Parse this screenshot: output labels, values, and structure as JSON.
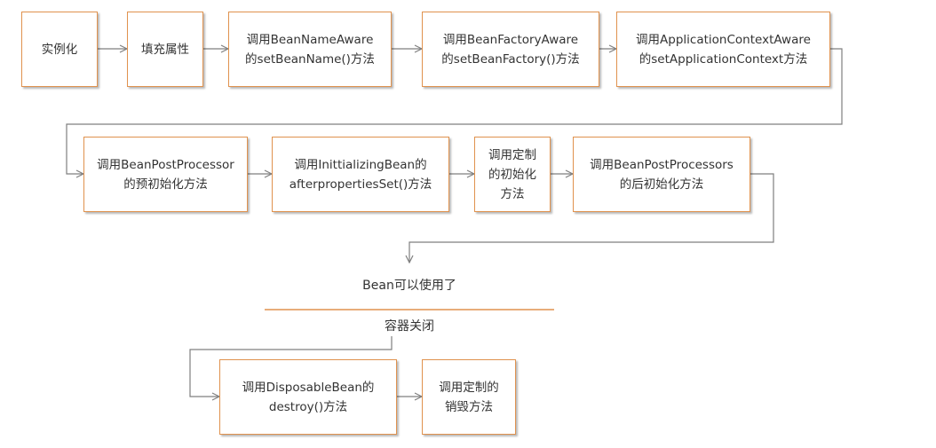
{
  "theme": {
    "box_border": "#e0924e",
    "connector": "#7f7f7f",
    "separator": "#e0924e",
    "text": "#333333"
  },
  "steps": {
    "instantiate": "实例化",
    "populate": "填充属性",
    "bean_name_aware": "调用BeanNameAware\n的setBeanName()方法",
    "bean_factory_aware": "调用BeanFactoryAware\n的setBeanFactory()方法",
    "app_context_aware": "调用ApplicationContextAware\n的setApplicationContext方法",
    "pre_init": "调用BeanPostProcessor\n的预初始化方法",
    "initializing_bean": "调用InittializingBean的\nafterpropertiesSet()方法",
    "custom_init": "调用定制\n的初始化\n方法",
    "post_init": "调用BeanPostProcessors\n的后初始化方法",
    "disposable_bean": "调用DisposableBean的\ndestroy()方法",
    "custom_destroy": "调用定制的\n销毁方法"
  },
  "states": {
    "ready": "Bean可以使用了",
    "container_close": "容器关闭"
  }
}
